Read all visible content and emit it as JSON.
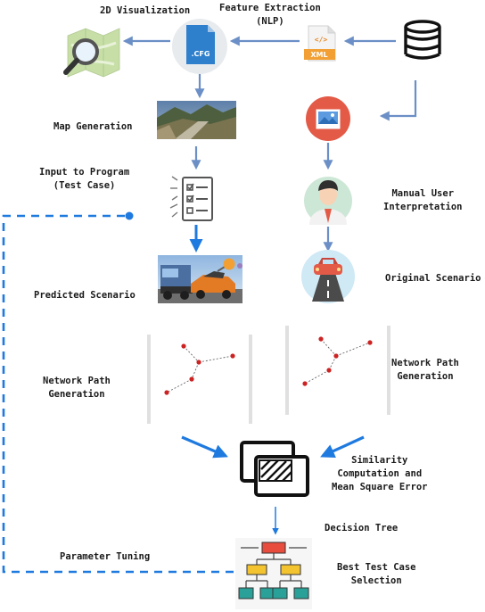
{
  "colors": {
    "arrow": "#6b8fc6",
    "arrow_bright": "#1f7ae0",
    "dashed": "#1f7ae0",
    "icon_red": "#e35a47",
    "node_red": "#cc2222"
  },
  "icons": [
    "map-magnifier-icon",
    "cfg-file-icon",
    "xml-file-icon",
    "database-icon",
    "landscape-photo",
    "image-icon",
    "checklist-icon",
    "person-icon",
    "crash-scene-photo",
    "car-road-icon",
    "network-graph",
    "similarity-icon",
    "decision-tree-icon"
  ],
  "labels": {
    "viz2d": "2D Visualization",
    "feature_extraction_l1": "Feature Extraction",
    "feature_extraction_l2": "(NLP)",
    "map_generation": "Map Generation",
    "input_program_l1": "Input to Program",
    "input_program_l2": "(Test Case)",
    "manual_user_l1": "Manual User",
    "manual_user_l2": "Interpretation",
    "predicted_scenario": "Predicted Scenario",
    "original_scenario": "Original Scenario",
    "network_left_l1": "Network Path",
    "network_left_l2": "Generation",
    "network_right_l1": "Network Path",
    "network_right_l2": "Generation",
    "similarity_l1": "Similarity",
    "similarity_l2": "Computation and",
    "similarity_l3": "Mean Square Error",
    "decision_tree": "Decision Tree",
    "parameter_tuning": "Parameter Tuning",
    "best_case_l1": "Best Test Case",
    "best_case_l2": "Selection",
    "cfg_text": ".CFG",
    "xml_text": "XML",
    "xml_tag": "</>"
  }
}
